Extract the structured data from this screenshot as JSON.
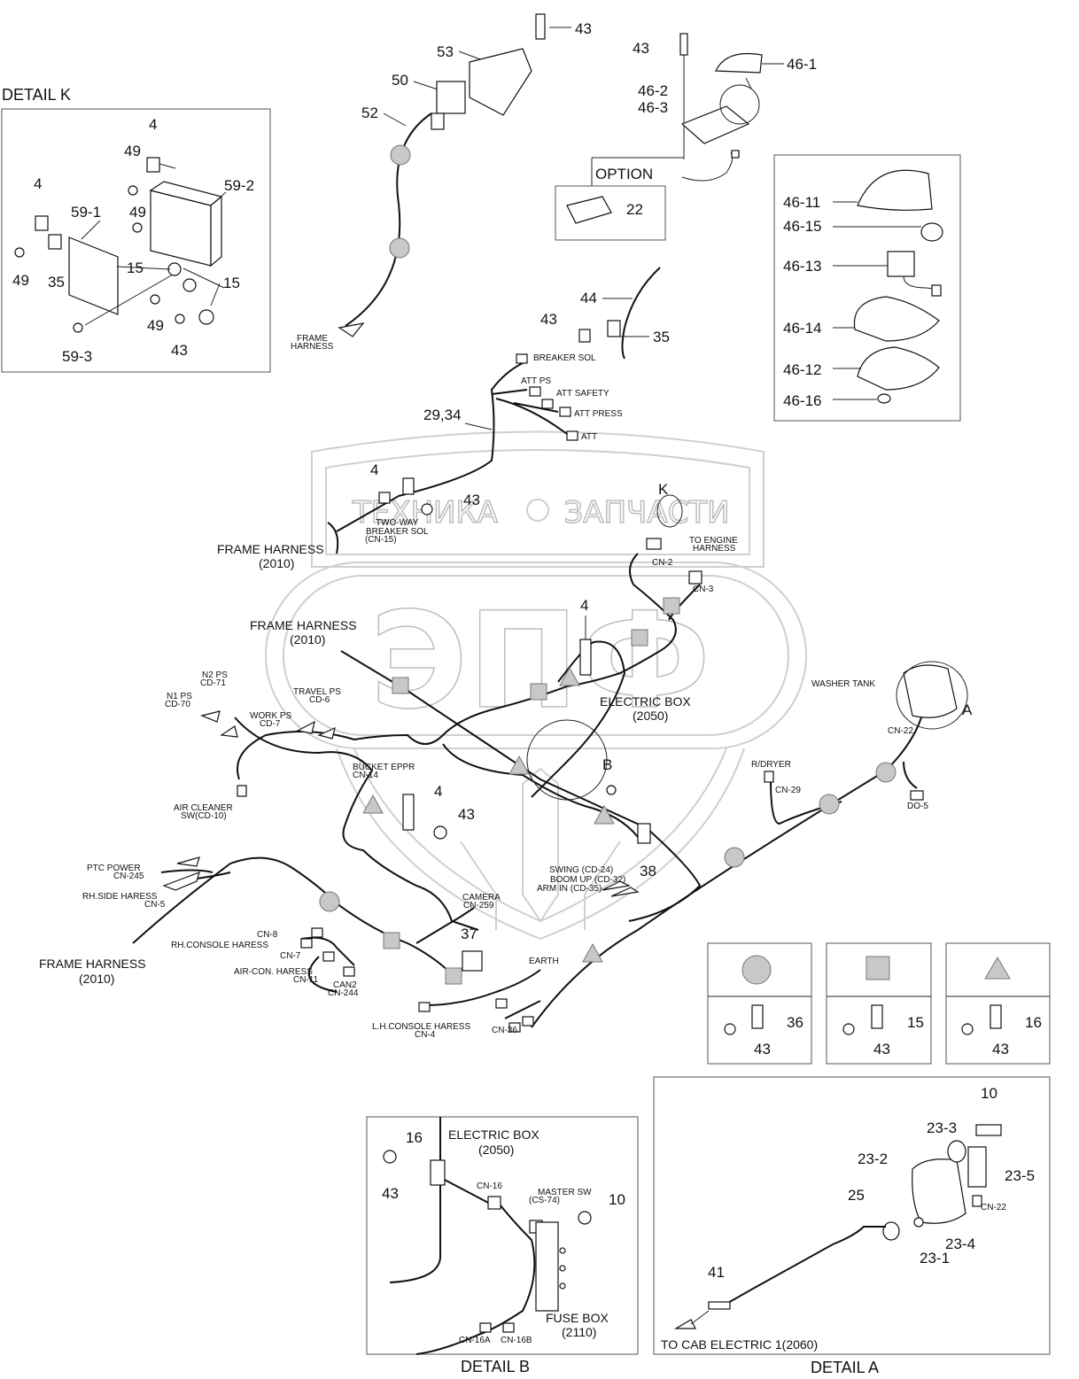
{
  "watermark": {
    "logo_text": "ЭПФ",
    "brand_left": "ТЕХНИКА",
    "brand_right": "ЗАПЧАСТИ"
  },
  "detail_k": {
    "title": "DETAIL K",
    "labels": [
      "4",
      "49",
      "59-2",
      "4",
      "59-1",
      "49",
      "15",
      "15",
      "49",
      "35",
      "49",
      "43",
      "59-3"
    ]
  },
  "top": {
    "labels": [
      "43",
      "53",
      "50",
      "52",
      "43",
      "46-1",
      "46-2",
      "46-3"
    ],
    "option": "OPTION",
    "option_part": "22",
    "frame_harness_small": [
      "FRAME",
      "HARNESS"
    ]
  },
  "inset_46": {
    "labels": [
      "46-11",
      "46-15",
      "46-13",
      "46-14",
      "46-12",
      "46-16"
    ]
  },
  "main": {
    "labels_big": [
      "44",
      "35",
      "43",
      "29,34",
      "4",
      "43",
      "K",
      "4",
      "4",
      "43",
      "38",
      "37",
      "A",
      "B"
    ],
    "connectors_small": [
      "BREAKER SOL",
      "ATT  PS",
      "ATT SAFETY",
      "ATT PRESS",
      "ATT",
      "TWO-WAY",
      "BREAKER SOL",
      "(CN-15)",
      "TO ENGINE",
      "HARNESS",
      "CN-2",
      "CN-3",
      "N2 PS",
      "CD-71",
      "N1 PS",
      "CD-70",
      "TRAVEL PS",
      "CD-6",
      "WORK PS",
      "CD-7",
      "BUCKET EPPR",
      "CN-14",
      "AIR CLEANER",
      "SW(CD-10)",
      "WASHER TANK",
      "CN-22",
      "R/DRYER",
      "CN-29",
      "DO-5",
      "PTC POWER",
      "CN-245",
      "RH.SIDE HARESS",
      "CN-5",
      "CAMERA",
      "CN-259",
      "SWING (CD-24)",
      "BOOM UP (CD-32)",
      "ARM IN (CD-35)",
      "CN-8",
      "RH.CONSOLE HARESS",
      "CN-7",
      "AIR-CON. HARESS",
      "CN-11",
      "CAN2",
      "CN-244",
      "EARTH",
      "L.H.CONSOLE HARESS",
      "CN-4",
      "CN-36"
    ],
    "harness_titles": [
      "FRAME HARNESS",
      "(2010)",
      "FRAME HARNESS",
      "(2010)",
      "FRAME HARNESS",
      "(2010)",
      "ELECTRIC BOX",
      "(2050)"
    ]
  },
  "legend": [
    {
      "shape": "circle",
      "clip": "36",
      "bolt": "43"
    },
    {
      "shape": "square",
      "clip": "15",
      "bolt": "43"
    },
    {
      "shape": "triangle",
      "clip": "16",
      "bolt": "43"
    }
  ],
  "detail_b": {
    "title": "DETAIL B",
    "labels": [
      "16",
      "43",
      "ELECTRIC BOX",
      "(2050)",
      "10",
      "FUSE BOX",
      "(2110)"
    ],
    "small": [
      "CN-16",
      "MASTER SW",
      "(CS-74)",
      "CN-16A",
      "CN-16B"
    ]
  },
  "detail_a": {
    "title": "DETAIL A",
    "labels": [
      "10",
      "23-3",
      "23-2",
      "23-5",
      "25",
      "23-4",
      "23-1",
      "41"
    ],
    "small": [
      "CN-22"
    ],
    "bottom": "TO CAB ELECTRIC 1(2060)"
  },
  "colors": {
    "line": "#111111",
    "marker": "#c8c8c8",
    "watermark": "#cfcfcf"
  }
}
